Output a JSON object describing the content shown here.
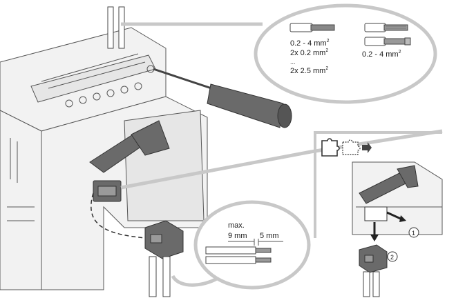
{
  "wire_specs": {
    "solid_range": "0.2 - 4 mm",
    "solid_twin_min": "2x 0.2 mm",
    "ellipsis": "...",
    "solid_twin_max": "2x 2.5 mm",
    "stranded_range": "0.2 - 4 mm",
    "unit_exponent": "2"
  },
  "strip_detail": {
    "max_label": "max.",
    "insulation_length": "9 mm",
    "strip_length": "5 mm"
  },
  "steps": {
    "step1": "1",
    "step2": "2"
  },
  "icons": [
    "puzzle-icon",
    "puzzle-outline-arrow-icon"
  ]
}
